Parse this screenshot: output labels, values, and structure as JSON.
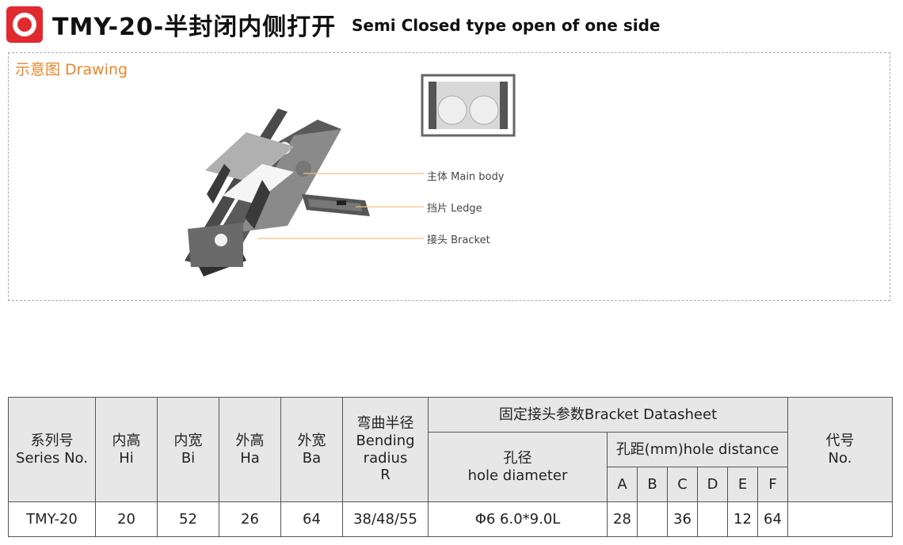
{
  "header": {
    "title": "TMY-20-半封闭内侧打开",
    "subtitle": "Semi Closed type open of one side"
  },
  "drawing": {
    "label": "示意图 Drawing",
    "callouts": {
      "main_body": "主体 Main body",
      "ledge": "挡片 Ledge",
      "bracket": "接头 Bracket"
    }
  },
  "table": {
    "headers": {
      "series": [
        "系列号",
        "Series No."
      ],
      "hi": [
        "内高",
        "Hi"
      ],
      "bi": [
        "内宽",
        "Bi"
      ],
      "ha": [
        "外高",
        "Ha"
      ],
      "ba": [
        "外宽",
        "Ba"
      ],
      "radius": [
        "弯曲半径",
        "Bending",
        "radius",
        "R"
      ],
      "bracket": "固定接头参数Bracket Datasheet",
      "hole_diameter": [
        "孔径",
        "hole diameter"
      ],
      "hole_distance": "孔距(mm)hole distance",
      "abcdef": [
        "A",
        "B",
        "C",
        "D",
        "E",
        "F"
      ],
      "code": [
        "代号",
        "No."
      ]
    },
    "row": {
      "series": "TMY-20",
      "hi": "20",
      "bi": "52",
      "ha": "26",
      "ba": "64",
      "radius": "38/48/55",
      "hole_diameter": "Φ6  6.0*9.0L",
      "a": "28",
      "b": "",
      "c": "36",
      "d": "",
      "e": "12",
      "f": "64",
      "code": ""
    }
  },
  "colors": {
    "logo": "#e02a2f",
    "drawing_label": "#e8862a",
    "header_cell": "#e7e7e7",
    "chain_dark": "#3a3a3a",
    "callout_line": "#f0c080"
  }
}
